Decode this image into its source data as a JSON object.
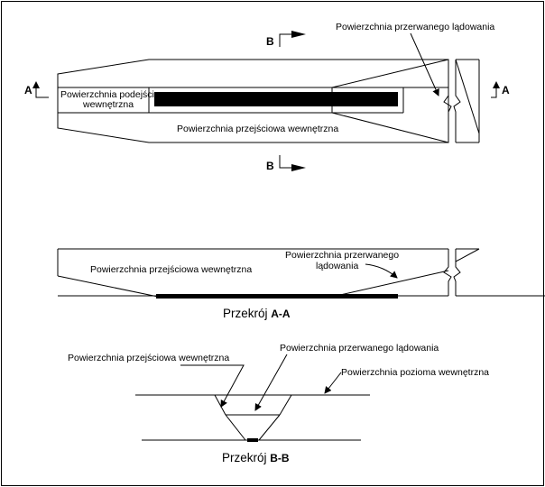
{
  "labels": {
    "interrupted_landing_surface": "Powierzchnia przerwanego lądowania",
    "inner_approach_surface_line1": "Powierzchnia podejścia",
    "inner_approach_surface_line2": "wewnętrzna",
    "inner_transitional_surface": "Powierzchnia przejściowa wewnętrzna",
    "interrupted_landing_line1": "Powierzchnia przerwanego",
    "interrupted_landing_line2": "lądowania",
    "inner_horizontal_surface": "Powierzchnia pozioma wewnętrzna"
  },
  "section_markers": {
    "a_left": "A",
    "a_right": "A",
    "b_top": "B",
    "b_bottom": "B"
  },
  "sections": {
    "aa_prefix": "Przekrój ",
    "aa_suffix": "A-A",
    "bb_prefix": "Przekrój ",
    "bb_suffix": "B-B"
  }
}
